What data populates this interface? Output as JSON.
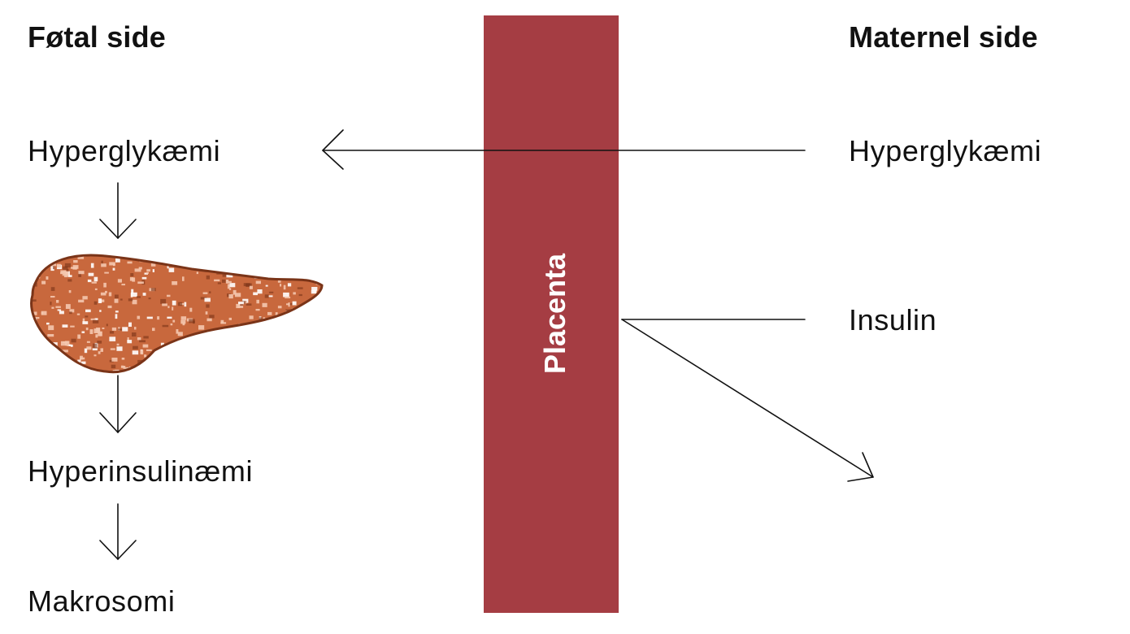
{
  "fetal_side": {
    "heading": "Føtal side",
    "hyperglycemia": "Hyperglykæmi",
    "hyperinsulinemia": "Hyperinsulinæmi",
    "macrosomia": "Makrosomi"
  },
  "maternal_side": {
    "heading": "Maternel side",
    "hyperglycemia": "Hyperglykæmi",
    "insulin": "Insulin"
  },
  "placenta": {
    "label": "Placenta",
    "color": "#a53d43"
  },
  "pancreas": {
    "icon": "pancreas-icon",
    "base_color": "#c8683d",
    "outline_color": "#7a3418",
    "speckle_color": "#f4c7ae"
  },
  "arrow_color": "#111111"
}
